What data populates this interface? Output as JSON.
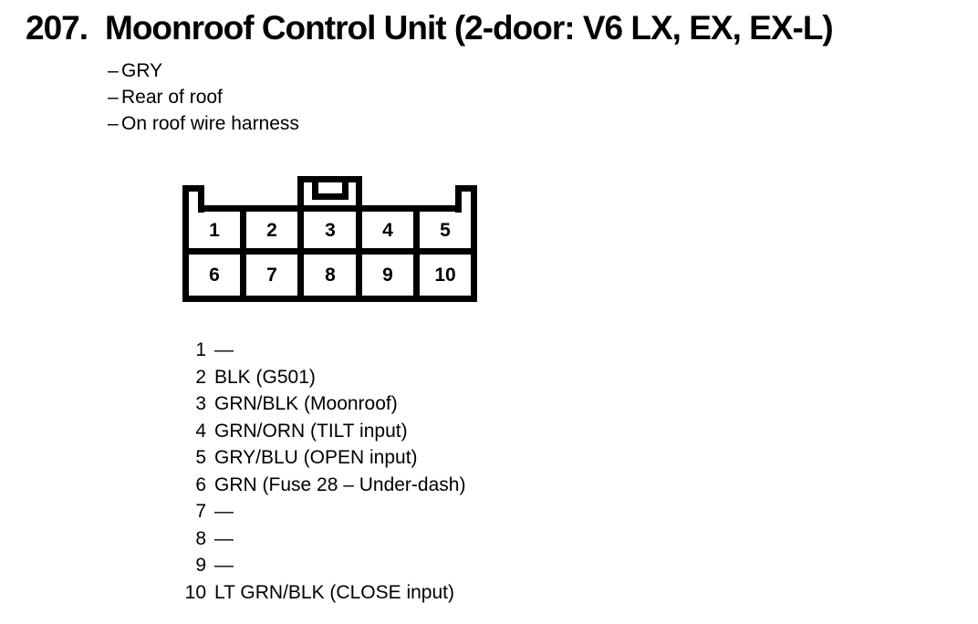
{
  "page": {
    "title_number": "207.",
    "title": "Moonroof Control Unit (2-door: V6 LX, EX, EX-L)"
  },
  "notes": {
    "dash": "–",
    "items": [
      "GRY",
      "Rear of roof",
      "On roof wire harness"
    ]
  },
  "connector": {
    "pins": [
      "1",
      "2",
      "3",
      "4",
      "5",
      "6",
      "7",
      "8",
      "9",
      "10"
    ]
  },
  "legend": {
    "rows": [
      {
        "pin": "1",
        "label": "—"
      },
      {
        "pin": "2",
        "label": "BLK (G501)"
      },
      {
        "pin": "3",
        "label": "GRN/BLK (Moonroof)"
      },
      {
        "pin": "4",
        "label": "GRN/ORN (TILT input)"
      },
      {
        "pin": "5",
        "label": "GRY/BLU (OPEN input)"
      },
      {
        "pin": "6",
        "label": "GRN (Fuse 28 – Under-dash)"
      },
      {
        "pin": "7",
        "label": "—"
      },
      {
        "pin": "8",
        "label": "—"
      },
      {
        "pin": "9",
        "label": "—"
      },
      {
        "pin": "10",
        "label": "LT GRN/BLK (CLOSE input)"
      }
    ]
  },
  "colors": {
    "ink": "#000000",
    "paper": "#ffffff"
  }
}
